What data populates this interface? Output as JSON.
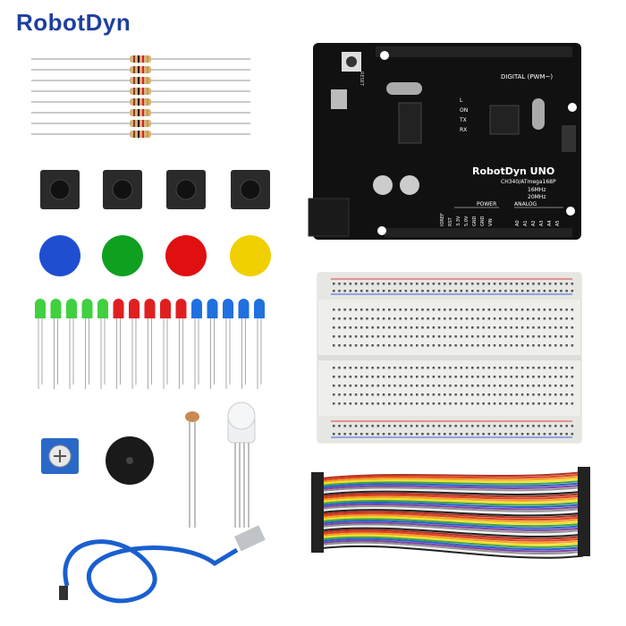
{
  "brand": {
    "logo_text": "RobotDyn",
    "color": "#1d3f9e"
  },
  "board": {
    "model": "RobotDyn UNO",
    "chip": "CH340/ATmega168P",
    "freq1": "16MHz",
    "freq2": "20MHz",
    "digital_label": "DIGITAL (PWM~)",
    "power_label": "POWER",
    "analog_label": "ANALOG",
    "reset_label": "RESET",
    "leds": [
      "L",
      "ON",
      "TX",
      "RX"
    ],
    "power_pins": [
      "IOREF",
      "RST",
      "3.3V",
      "5.0V",
      "GND",
      "GND",
      "VIN"
    ],
    "analog_pins": [
      "A0",
      "A1",
      "A2",
      "A3",
      "A4",
      "A5"
    ]
  },
  "components": {
    "button_cap_colors": [
      "#1f4fd0",
      "#10a020",
      "#e01010",
      "#f0d000"
    ],
    "led_colors": [
      "#40d040",
      "#e02020",
      "#2070e0"
    ],
    "cable_color": "#1a5fd0",
    "wire_colors": [
      "#b03020",
      "#e04020",
      "#f0a020",
      "#f0e020",
      "#40a040",
      "#2060d0",
      "#8040a0",
      "#909090",
      "#f0f0f0",
      "#202020"
    ]
  }
}
